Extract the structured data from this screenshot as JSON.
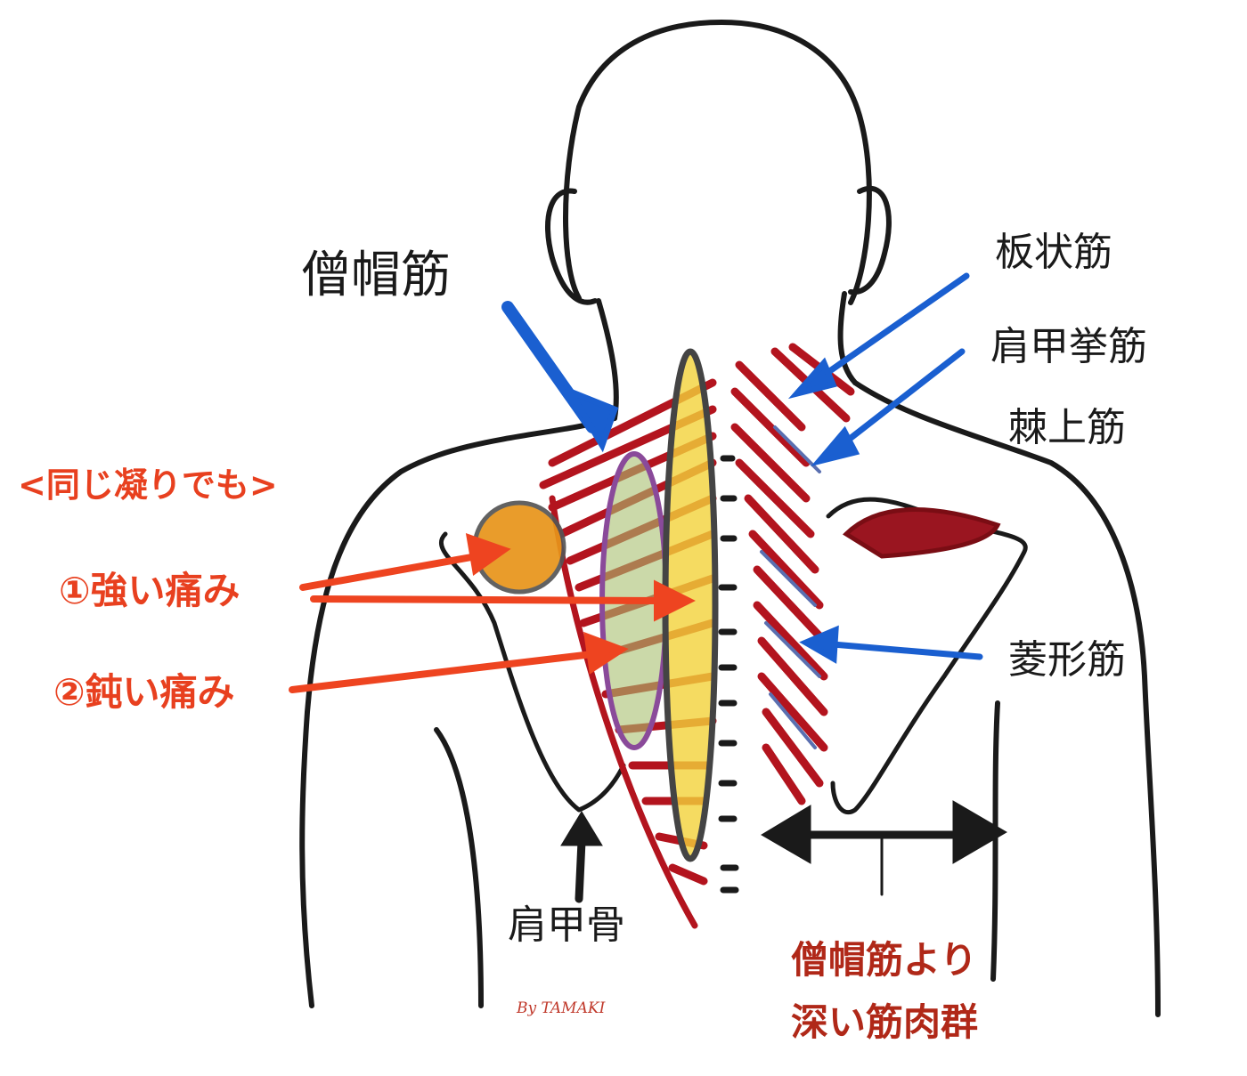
{
  "labels": {
    "trapezius": "僧帽筋",
    "splenius": "板状筋",
    "levator_scapulae": "肩甲挙筋",
    "supraspinatus": "棘上筋",
    "rhomboid": "菱形筋",
    "scapula": "肩甲骨",
    "same_stiffness": "<同じ凝りでも>",
    "strong_pain": "①強い痛み",
    "dull_pain": "②鈍い痛み",
    "deeper_line1": "僧帽筋より",
    "deeper_line2": "深い筋肉群"
  },
  "signature": "By TAMAKI",
  "colors": {
    "outline": "#1a1a1a",
    "muscle": "#b3141e",
    "muscle_dark": "#7a0d14",
    "blue_arrow": "#1a5fd0",
    "red_arrow": "#ee4420",
    "yellow": "#f3d23a",
    "orange": "#e8941a",
    "green": "#a8c070",
    "purple": "#8a4a9a"
  }
}
